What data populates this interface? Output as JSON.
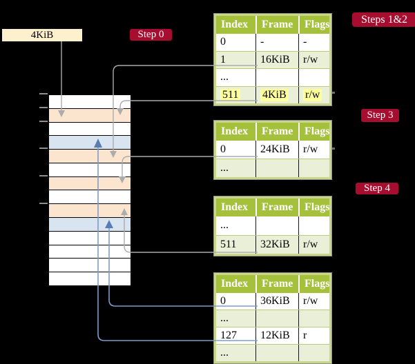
{
  "legend_box": {
    "label": "4KiB"
  },
  "step_labels": {
    "step0": "Step 0",
    "steps12": "Steps 1&2",
    "step3": "Step 3",
    "step4": "Step 4"
  },
  "memory": {
    "rows": [
      "white",
      "peach",
      "white",
      "blue",
      "peach",
      "white",
      "peach",
      "white",
      "peach",
      "blue",
      "white",
      "white",
      "white",
      "white"
    ]
  },
  "tables": [
    {
      "name": "page-table-steps-1-2",
      "columns": [
        "Index",
        "Frame",
        "Flags"
      ],
      "rows": [
        {
          "cells": [
            "0",
            "-",
            "-"
          ]
        },
        {
          "cells": [
            "1",
            "16KiB",
            "r/w"
          ]
        },
        {
          "cells": [
            "...",
            "",
            ""
          ]
        },
        {
          "cells": [
            "511",
            "4KiB",
            "r/w"
          ],
          "highlight": true
        }
      ]
    },
    {
      "name": "page-table-step-3",
      "columns": [
        "Index",
        "Frame",
        "Flags"
      ],
      "rows": [
        {
          "cells": [
            "0",
            "24KiB",
            "r/w"
          ]
        },
        {
          "cells": [
            "...",
            "",
            ""
          ]
        }
      ]
    },
    {
      "name": "page-table-step-4",
      "columns": [
        "Index",
        "Frame",
        "Flags"
      ],
      "rows": [
        {
          "cells": [
            "...",
            "",
            ""
          ]
        },
        {
          "cells": [
            "511",
            "32KiB",
            "r/w"
          ]
        }
      ]
    },
    {
      "name": "page-table-final",
      "columns": [
        "Index",
        "Frame",
        "Flags"
      ],
      "rows": [
        {
          "cells": [
            "0",
            "36KiB",
            "r/w"
          ]
        },
        {
          "cells": [
            "...",
            "",
            ""
          ]
        },
        {
          "cells": [
            "127",
            "12KiB",
            "r"
          ]
        },
        {
          "cells": [
            "...",
            "",
            ""
          ]
        }
      ]
    }
  ],
  "colors": {
    "crimson": "#a70d2e",
    "cream": "#fdf0cc",
    "peach": "#fce5cf",
    "bluerow": "#d9e4f1",
    "hgreen": "#a5c13c",
    "ltgreen": "#eaf0d7",
    "tborder": "#c7d687",
    "hlyellow": "#ffff9c",
    "gline": "#acacac",
    "bline": "#7e9ccd",
    "bhead": "#5b7cb2"
  }
}
